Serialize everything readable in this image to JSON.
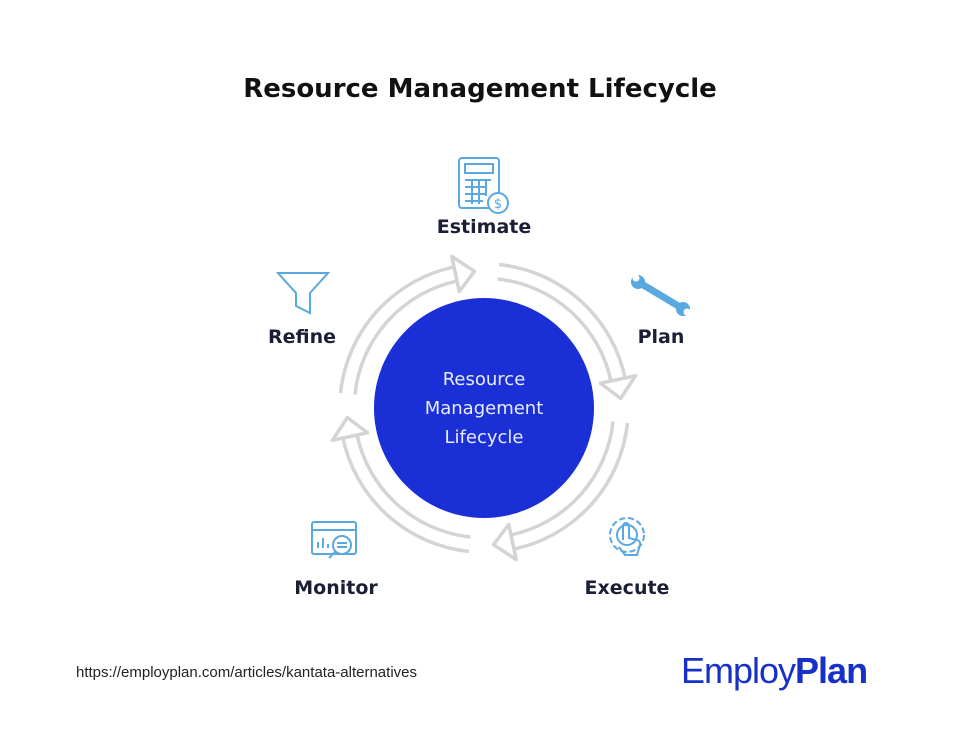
{
  "title": "Resource Management Lifecycle",
  "center": {
    "lines": [
      "Resource",
      "Management",
      "Lifecycle"
    ],
    "color": "#1a2fd6"
  },
  "stages": [
    {
      "label": "Estimate",
      "icon": "calculator-dollar-icon"
    },
    {
      "label": "Plan",
      "icon": "wrench-icon"
    },
    {
      "label": "Execute",
      "icon": "gear-hand-icon"
    },
    {
      "label": "Monitor",
      "icon": "monitor-search-icon"
    },
    {
      "label": "Refine",
      "icon": "funnel-icon"
    }
  ],
  "footer": {
    "url": "https://employplan.com/articles/kantata-alternatives",
    "logo_light": "Employ",
    "logo_bold": "Plan"
  },
  "colors": {
    "icon": "#5aa8e0",
    "ring": "#d4d4d4"
  }
}
